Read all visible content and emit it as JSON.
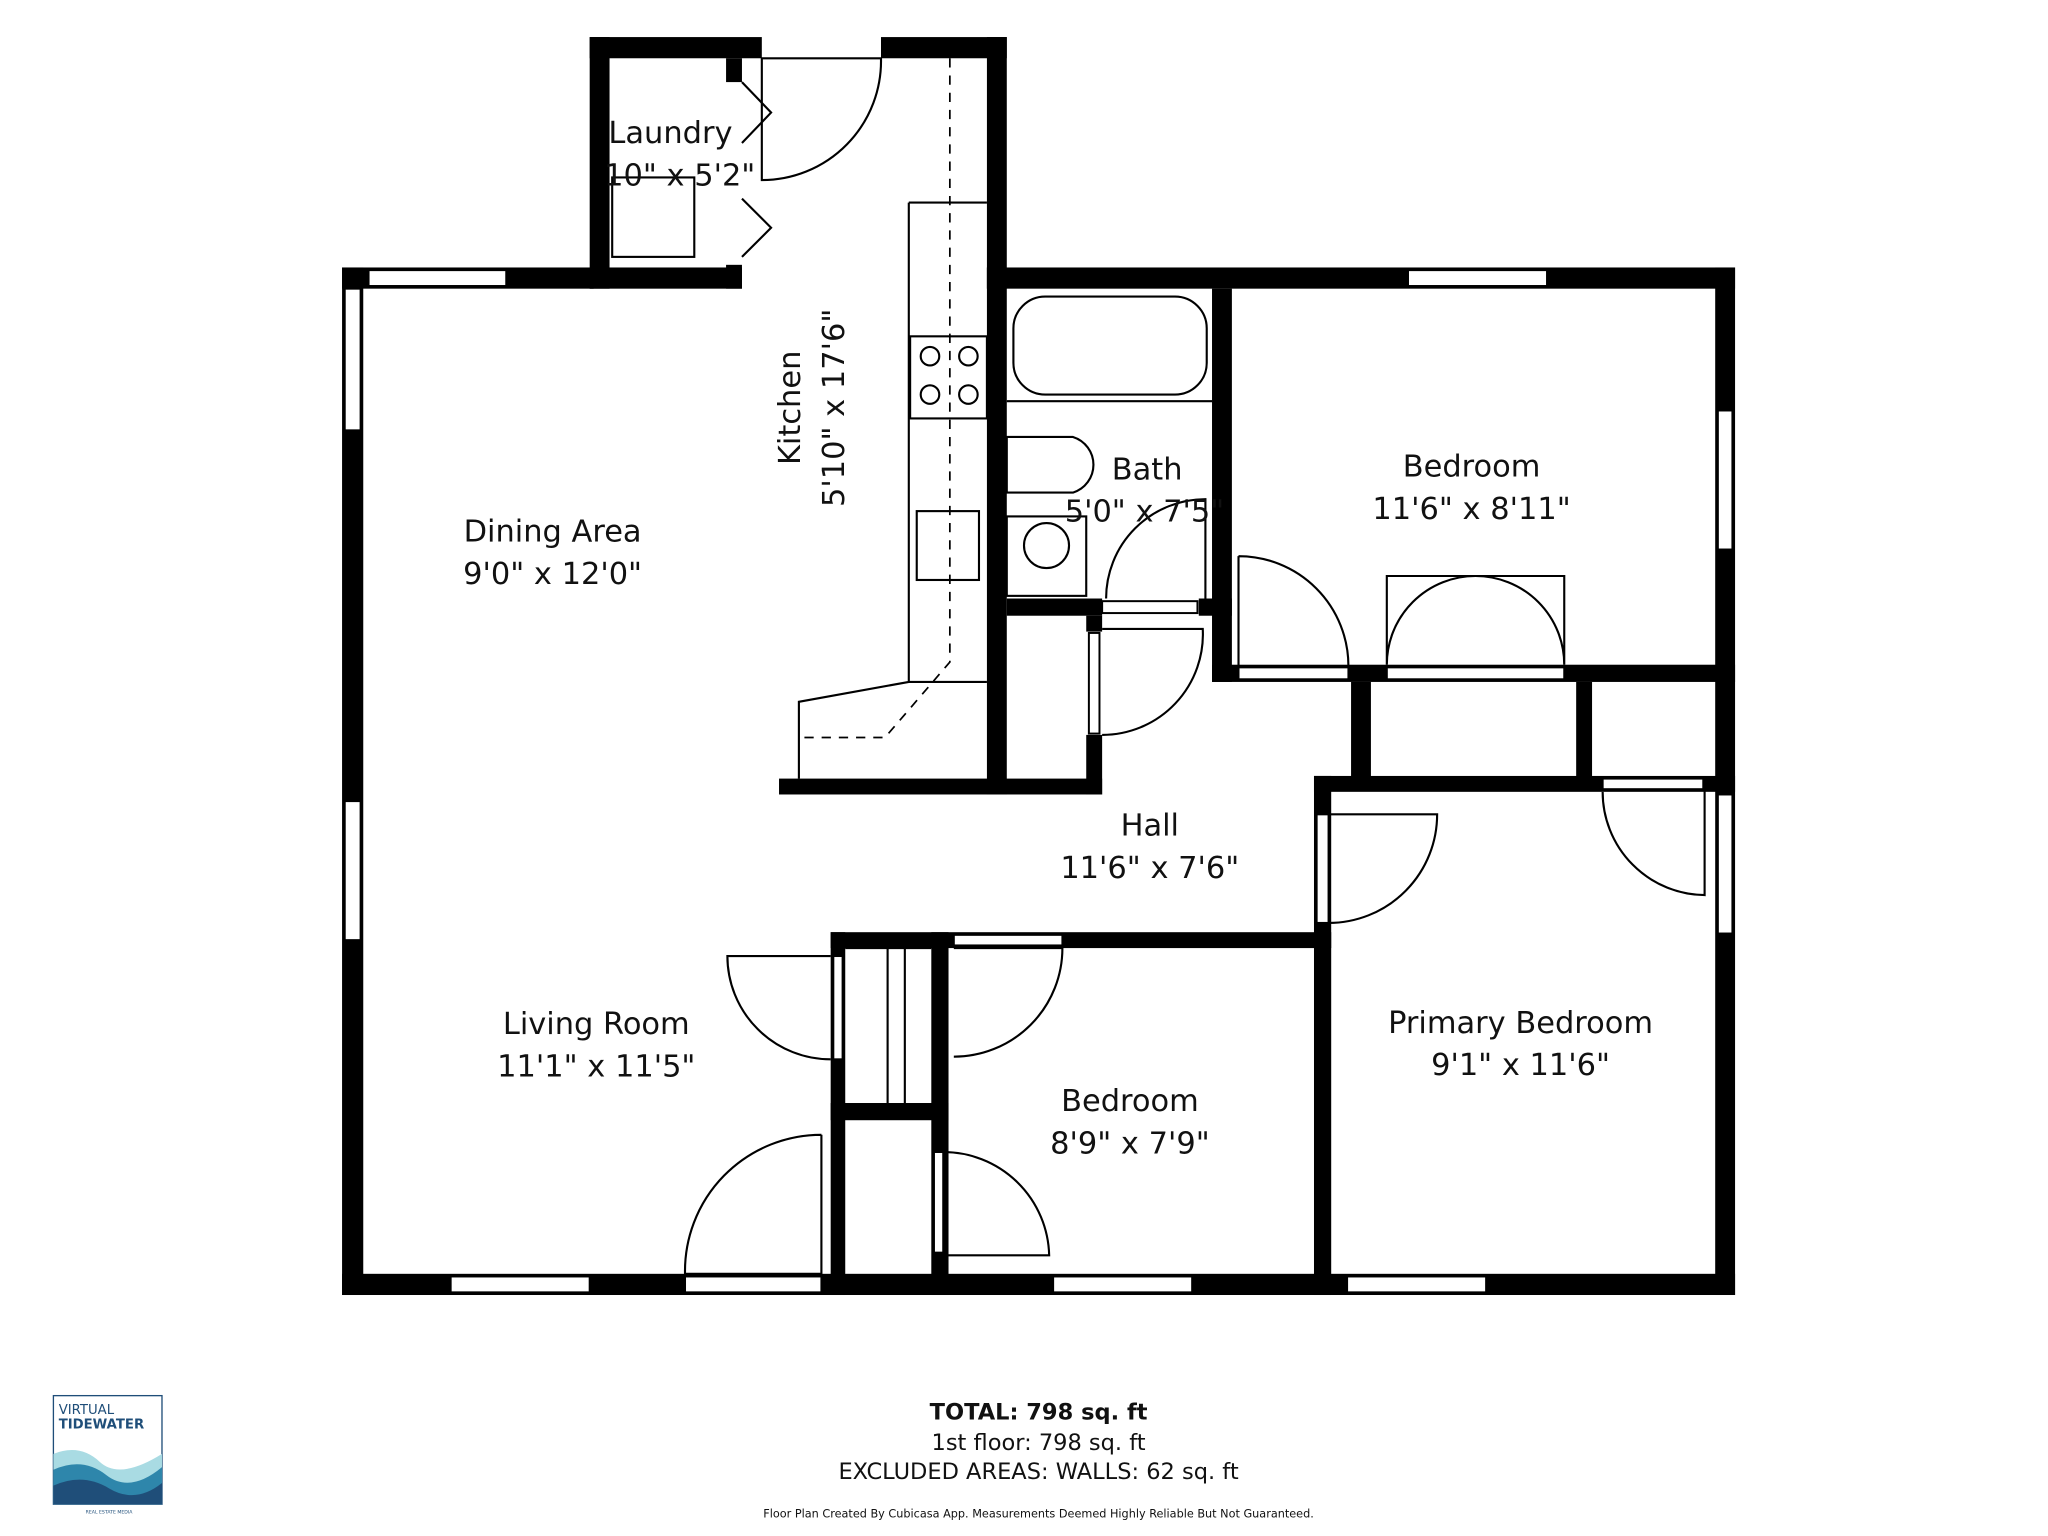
{
  "rooms": [
    {
      "name": "Laundry",
      "dims": "10\" x 5'2\""
    },
    {
      "name": "Kitchen",
      "dims": "5'10\" x 17'6\""
    },
    {
      "name": "Dining Area",
      "dims": "9'0\" x 12'0\""
    },
    {
      "name": "Bath",
      "dims": "5'0\" x 7'5\""
    },
    {
      "name": "Bedroom",
      "dims": "11'6\" x 8'11\""
    },
    {
      "name": "Hall",
      "dims": "11'6\" x 7'6\""
    },
    {
      "name": "Living Room",
      "dims": "11'1\" x 11'5\""
    },
    {
      "name": "Bedroom",
      "dims": "8'9\" x 7'9\""
    },
    {
      "name": "Primary Bedroom",
      "dims": "9'1\" x 11'6\""
    }
  ],
  "summary": {
    "total": "TOTAL: 798 sq. ft",
    "floor": "1st floor: 798 sq. ft",
    "excluded": "EXCLUDED AREAS: WALLS: 62 sq. ft"
  },
  "footer": "Floor Plan Created By Cubicasa App. Measurements Deemed Highly Reliable But Not Guaranteed.",
  "logo": {
    "line1": "VIRTUAL",
    "line2": "TIDEWATER",
    "line3": "REAL ESTATE MEDIA"
  },
  "colors": {
    "wall": "#000000",
    "logo_dark": "#1f4e79",
    "logo_mid": "#2e86ab",
    "logo_light": "#a9dbe3"
  }
}
